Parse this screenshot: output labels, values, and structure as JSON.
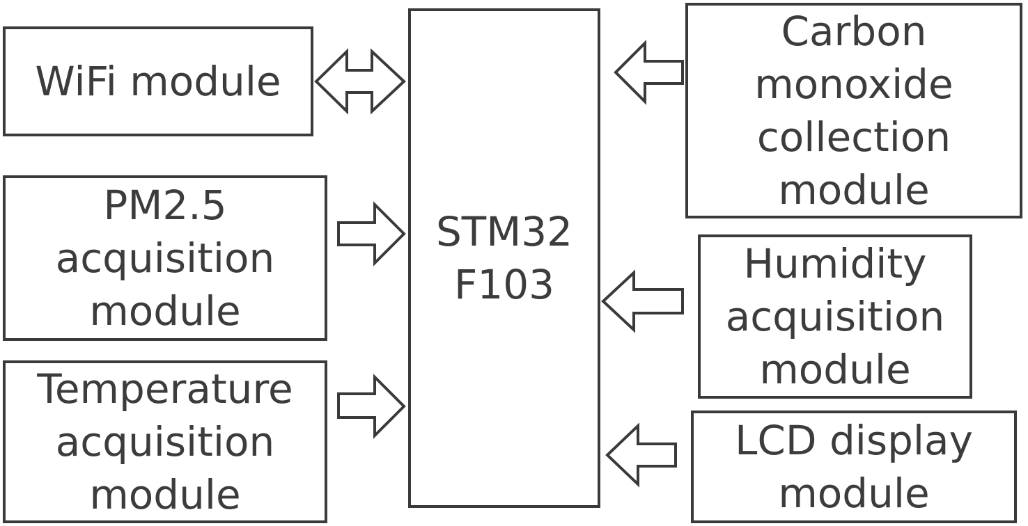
{
  "diagram": {
    "mcu": {
      "lines": [
        "STM32",
        "F103"
      ]
    },
    "wifi": {
      "lines": [
        "WiFi module"
      ]
    },
    "pm25": {
      "lines": [
        "PM2.5",
        "acquisition",
        "module"
      ]
    },
    "temperature": {
      "lines": [
        "Temperature",
        "acquisition",
        "module"
      ]
    },
    "carbon_monoxide": {
      "lines": [
        "Carbon",
        "monoxide",
        "collection",
        "module"
      ]
    },
    "humidity": {
      "lines": [
        "Humidity",
        "acquisition",
        "module"
      ]
    },
    "lcd": {
      "lines": [
        "LCD display",
        "module"
      ]
    }
  }
}
